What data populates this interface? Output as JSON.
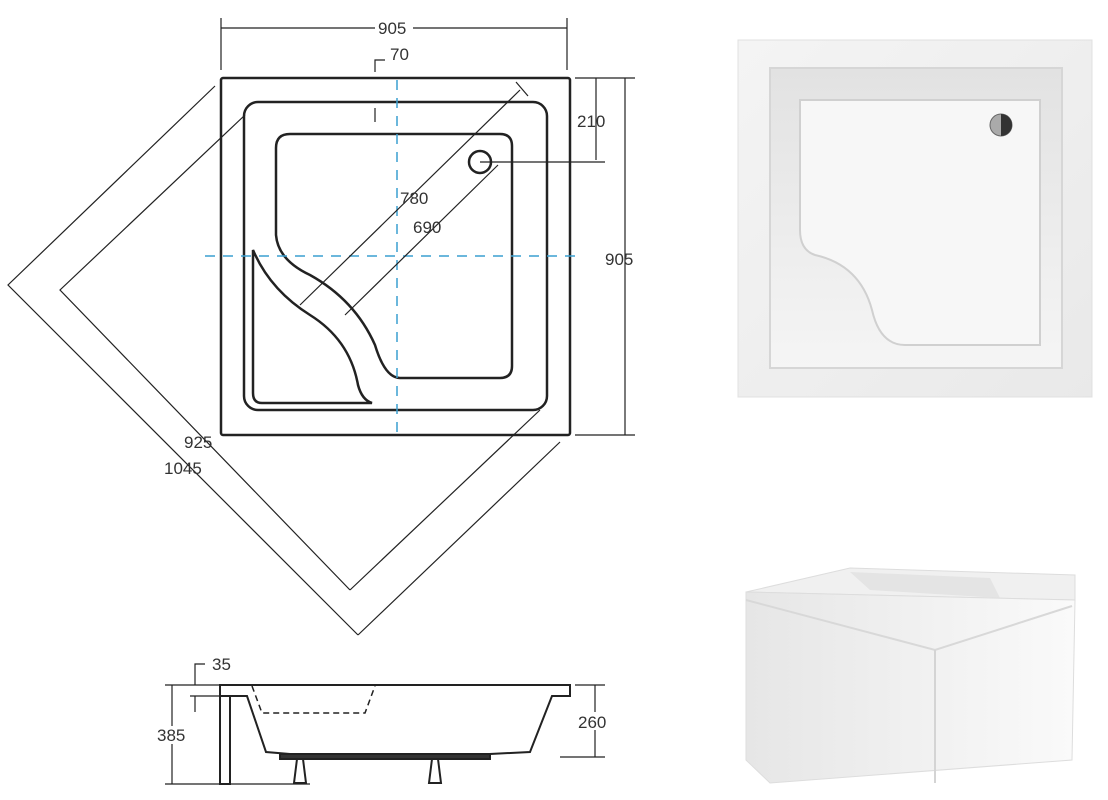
{
  "top_view": {
    "width_label": "905",
    "height_label": "905",
    "rim_label": "70",
    "drain_offset_label": "210",
    "diag_outer_label": "780",
    "diag_inner_label": "690",
    "side_925_label": "925",
    "side_1045_label": "1045"
  },
  "side_view": {
    "rim_thickness_label": "35",
    "total_height_label": "385",
    "tray_height_label": "260"
  },
  "colors": {
    "line": "#222222",
    "axis": "#3a9fd0"
  }
}
